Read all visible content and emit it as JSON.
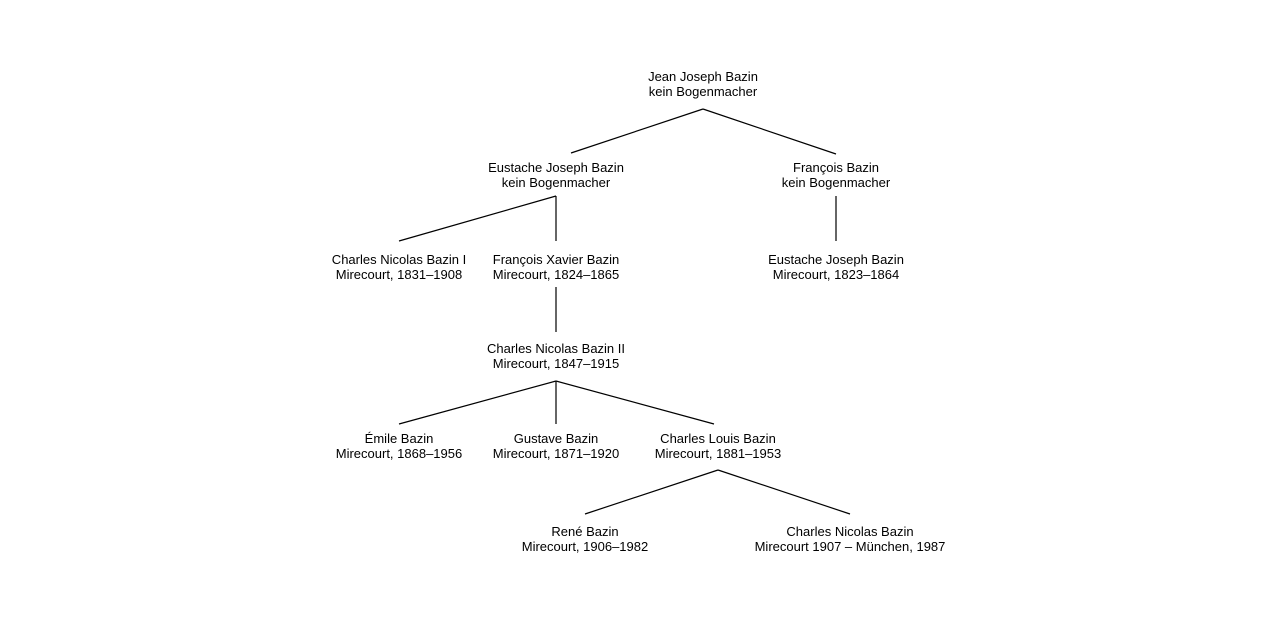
{
  "tree": {
    "jean_joseph": {
      "name": "Jean Joseph Bazin",
      "detail": "kein Bogenmacher"
    },
    "eustache_joseph_sr": {
      "name": "Eustache Joseph Bazin",
      "detail": "kein Bogenmacher"
    },
    "francois": {
      "name": "François Bazin",
      "detail": "kein Bogenmacher"
    },
    "charles_nicolas_i": {
      "name": "Charles Nicolas Bazin I",
      "detail": "Mirecourt, 1831–1908"
    },
    "francois_xavier": {
      "name": "François Xavier Bazin",
      "detail": "Mirecourt, 1824–1865"
    },
    "eustache_joseph_jr": {
      "name": "Eustache Joseph Bazin",
      "detail": "Mirecourt, 1823–1864"
    },
    "charles_nicolas_ii": {
      "name": "Charles Nicolas Bazin II",
      "detail": "Mirecourt, 1847–1915"
    },
    "emile": {
      "name": "Émile Bazin",
      "detail": "Mirecourt, 1868–1956"
    },
    "gustave": {
      "name": "Gustave Bazin",
      "detail": "Mirecourt, 1871–1920"
    },
    "charles_louis": {
      "name": "Charles Louis Bazin",
      "detail": "Mirecourt, 1881–1953"
    },
    "rene": {
      "name": "René Bazin",
      "detail": "Mirecourt, 1906–1982"
    },
    "charles_nicolas_iii": {
      "name": "Charles Nicolas Bazin",
      "detail": "Mirecourt 1907 – München, 1987"
    }
  }
}
